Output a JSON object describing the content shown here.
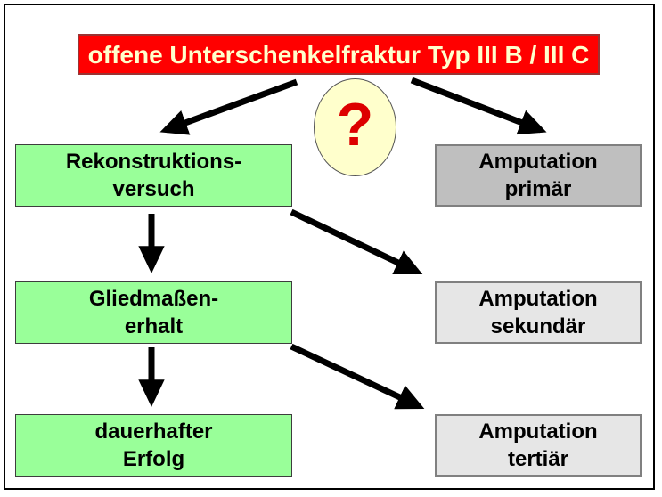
{
  "title": {
    "label": "offene Unterschenkelfraktur Typ III B / III C"
  },
  "question_mark": "?",
  "nodes": {
    "reconstruction": {
      "lines": [
        "Rekonstruktions-",
        "versuch"
      ]
    },
    "amputation_primary": {
      "lines": [
        "Amputation",
        "primär"
      ]
    },
    "limb_salvage": {
      "lines": [
        "Gliedmaßen-",
        "erhalt"
      ]
    },
    "amputation_secondary": {
      "lines": [
        "Amputation",
        "sekundär"
      ]
    },
    "lasting_success": {
      "lines": [
        "dauerhafter",
        "Erfolg"
      ]
    },
    "amputation_tertiary": {
      "lines": [
        "Amputation",
        "tertiär"
      ]
    }
  },
  "edges": [
    {
      "from": "title",
      "to": "reconstruction"
    },
    {
      "from": "title",
      "to": "amputation_primary"
    },
    {
      "from": "reconstruction",
      "to": "limb_salvage"
    },
    {
      "from": "reconstruction",
      "to": "amputation_secondary"
    },
    {
      "from": "limb_salvage",
      "to": "lasting_success"
    },
    {
      "from": "limb_salvage",
      "to": "amputation_tertiary"
    }
  ],
  "colors": {
    "title_bg": "#FF0000",
    "title_text": "#FFFFCC",
    "title_border": "#993333",
    "green_node_bg": "#99FF99",
    "gray_dark_node_bg": "#BFBFBF",
    "gray_light_node_bg": "#E6E6E6",
    "question_circle_bg": "#FFFFCC",
    "question_mark_color": "#DD0000",
    "arrow_color": "#000000",
    "frame_border": "#000000"
  }
}
